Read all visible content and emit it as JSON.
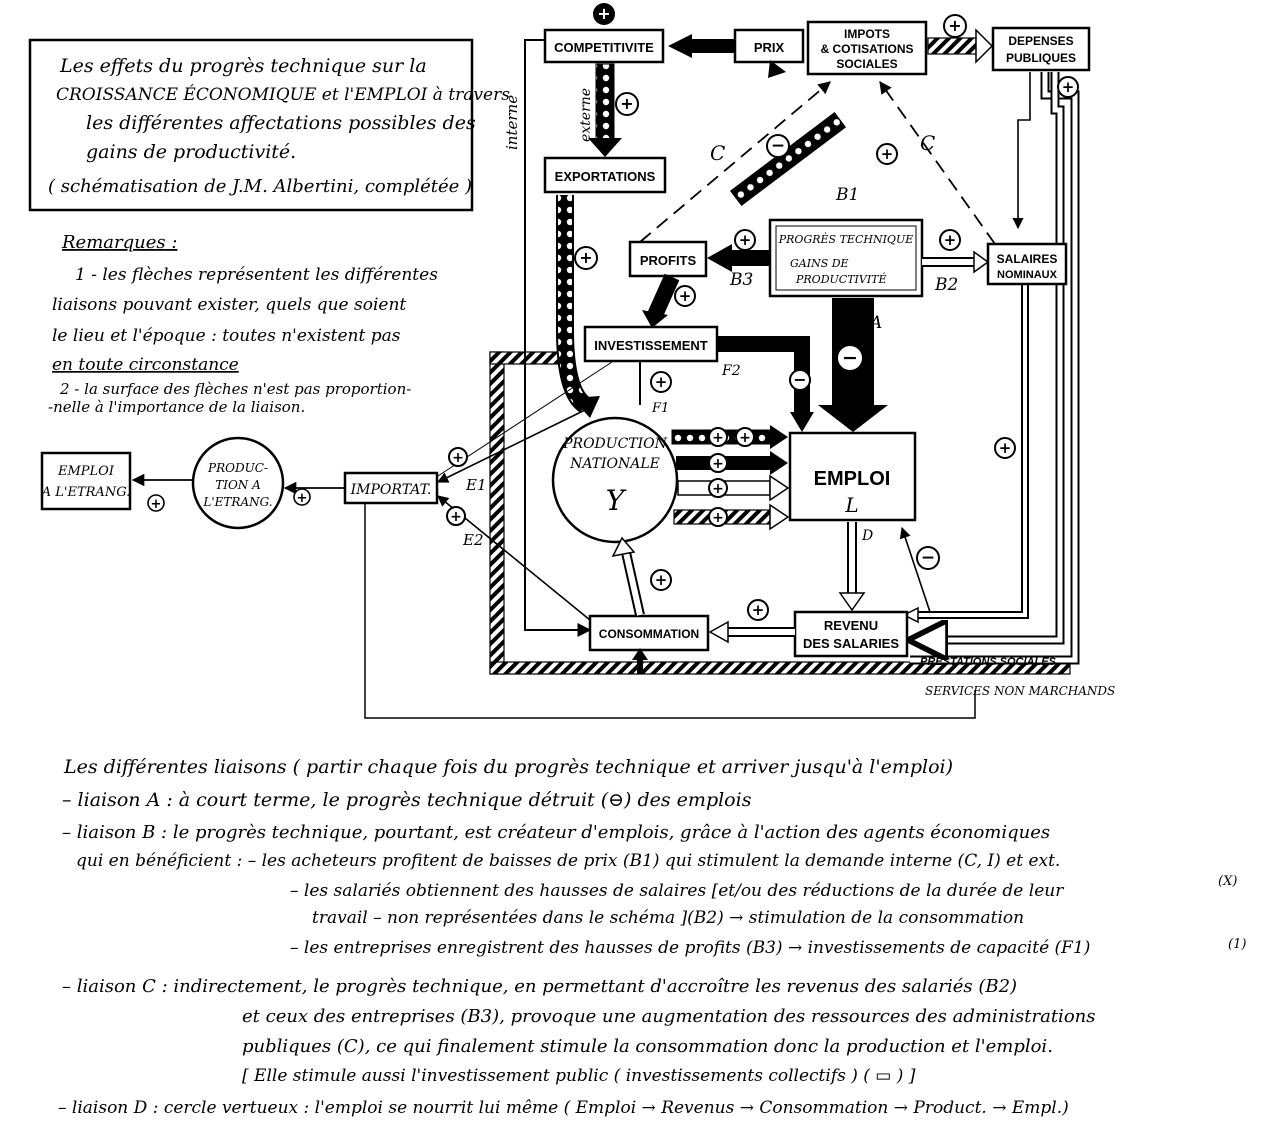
{
  "title_box": {
    "line1": "Les effets du progrès technique sur la",
    "line2": "CROISSANCE ÉCONOMIQUE et l'EMPLOI à travers",
    "line3": "les différentes affectations possibles des",
    "line4": "gains de productivité.",
    "line5": "( schématisation de J.M. Albertini, complétée )"
  },
  "remarks": {
    "heading": "Remarques :",
    "r1_l1": "1 - les flèches représentent les différentes",
    "r1_l2": "liaisons pouvant exister, quels que soient",
    "r1_l3": "le lieu et l'époque : toutes n'existent pas",
    "r1_l4": "en toute circonstance",
    "r2_l1": "2 - la surface des flèches n'est pas proportion-",
    "r2_l2": "-nelle à l'importance de la liaison."
  },
  "nodes": {
    "competitivite": "COMPETITIVITE",
    "prix": "PRIX",
    "impots_l1": "IMPOTS",
    "impots_l2": "& COTISATIONS",
    "impots_l3": "SOCIALES",
    "depenses_l1": "DEPENSES",
    "depenses_l2": "PUBLIQUES",
    "exportations": "EXPORTATIONS",
    "profits": "PROFITS",
    "progres_l1": "PROGRÈS TECHNIQUE",
    "progres_l2": "GAINS DE",
    "progres_l3": "PRODUCTIVITÉ",
    "salaires_l1": "SALAIRES",
    "salaires_l2": "NOMINAUX",
    "investissement": "INVESTISSEMENT",
    "production_l1": "PRODUCTION",
    "production_l2": "NATIONALE",
    "production_l3": "Y",
    "emploi_l1": "EMPLOI",
    "emploi_l2": "L",
    "importat": "IMPORTAT.",
    "prod_etr_l1": "PRODUC-",
    "prod_etr_l2": "TION A",
    "prod_etr_l3": "L'ETRANG.",
    "emploi_etr_l1": "EMPLOI",
    "emploi_etr_l2": "A L'ETRANG.",
    "consommation": "CONSOMMATION",
    "revenu_l1": "REVENU",
    "revenu_l2": "DES SALARIES",
    "prestations": "PRESTATIONS SOCIALES",
    "services": "SERVICES NON MARCHANDS"
  },
  "arrow_labels": {
    "interne": "interne",
    "externe": "externe",
    "c_left": "C",
    "c_right": "C",
    "b1": "B1",
    "b2": "B2",
    "b3": "B3",
    "a": "A",
    "f1": "F1",
    "f2": "F2",
    "e1": "E1",
    "e2": "E2",
    "d": "D",
    "plus": "+",
    "minus": "−"
  },
  "liaisons": {
    "heading": "Les différentes liaisons ( partir chaque fois du progrès technique et arriver jusqu'à l'emploi)",
    "a": "– liaison A : à court terme, le progrès technique détruit (⊖) des emplois",
    "b1": "– liaison B : le progrès technique, pourtant, est créateur d'emplois, grâce à l'action des agents économiques",
    "b2": "qui en bénéficient : – les acheteurs profitent de baisses de prix (B1) qui stimulent la demande interne (C, I) et ext.",
    "bx": "(X)",
    "b3": "– les salariés obtiennent des hausses de salaires [et/ou des réductions de la durée de leur",
    "b4": "travail – non représentées dans le schéma ](B2) → stimulation de la consommation",
    "b5": "– les entreprises enregistrent des hausses de profits (B3) → investissements de capacité (F1)",
    "b5n": "(1)",
    "c1": "– liaison C : indirectement, le progrès technique, en permettant d'accroître les revenus des salariés (B2)",
    "c2": "et ceux des entreprises (B3), provoque une augmentation des ressources des administrations",
    "c3": "publiques (C), ce qui finalement stimule la consommation donc la production et l'emploi.",
    "c4": "[ Elle stimule aussi l'investissement public ( investissements collectifs ) ( ▭ ) ]",
    "d": "– liaison D : cercle vertueux : l'emploi se nourrit lui même ( Emploi → Revenus → Consommation → Product. → Empl.)"
  }
}
